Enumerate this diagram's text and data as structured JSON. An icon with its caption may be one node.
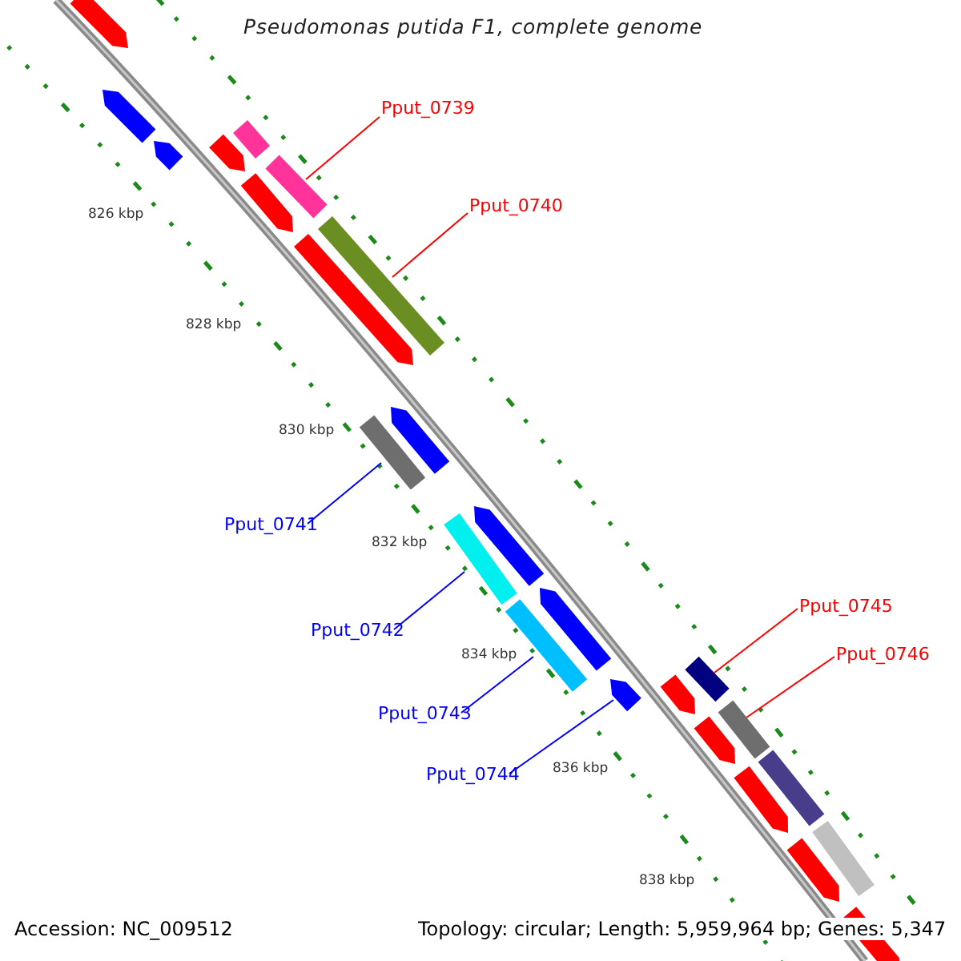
{
  "diagram": {
    "title": "Pseudomonas putida F1, complete genome",
    "nodes": [
      {
        "text": [
          "Pput_0739"
        ]
      },
      {
        "text": [
          "Pput_0740"
        ]
      },
      {
        "text": [
          "Pput_0741"
        ]
      },
      {
        "text": [
          "Pput_0742"
        ]
      },
      {
        "text": [
          "Pput_0743"
        ]
      },
      {
        "text": [
          "Pput_0744"
        ]
      },
      {
        "text": [
          "Pput_0745"
        ]
      },
      {
        "text": [
          "Pput_0746"
        ]
      },
      {
        "text": [],
        "shape": "bar"
      },
      {
        "text": [],
        "shape": "bar"
      },
      {
        "text": [],
        "shape": "bar"
      },
      {
        "text": [],
        "shape": "bar"
      },
      {
        "text": [],
        "shape": "bar"
      },
      {
        "text": [],
        "shape": "bar"
      },
      {
        "text": [],
        "shape": "bar"
      },
      {
        "text": [],
        "shape": "bar"
      },
      {
        "text": [],
        "shape": "bar"
      },
      {
        "text": [],
        "shape": "bar"
      },
      {
        "text": [],
        "shape": "bar"
      },
      {
        "text": [],
        "shape": "bar"
      },
      {
        "text": [],
        "shape": "bar"
      },
      {
        "text": [],
        "shape": "bar"
      },
      {
        "text": [],
        "shape": "bar"
      },
      {
        "text": [],
        "shape": "bar"
      },
      {
        "text": [],
        "shape": "bar"
      },
      {
        "text": [],
        "shape": "bar"
      },
      {
        "text": [],
        "shape": "bar"
      },
      {
        "text": [],
        "shape": "bar"
      },
      {
        "text": [],
        "shape": "bar"
      },
      {
        "text": [],
        "shape": "bar"
      },
      {
        "text": [],
        "shape": "bar"
      },
      {
        "text": [],
        "shape": "bar"
      },
      {
        "text": [],
        "shape": "bar"
      }
    ],
    "edges": [
      {
        "from": 0,
        "to": 13,
        "arrow": "none",
        "color": "#ff0000"
      },
      {
        "from": 1,
        "to": 15,
        "arrow": "none",
        "color": "#ff0000"
      },
      {
        "from": 2,
        "to": 18,
        "arrow": "none",
        "color": "#0000ff"
      },
      {
        "from": 3,
        "to": 20,
        "arrow": "none",
        "color": "#0000ff"
      },
      {
        "from": 4,
        "to": 22,
        "arrow": "none",
        "color": "#0000ff"
      },
      {
        "from": 5,
        "to": 24,
        "arrow": "none",
        "color": "#0000ff"
      },
      {
        "from": 6,
        "to": 23,
        "arrow": "none",
        "color": "#ff0000"
      },
      {
        "from": 7,
        "to": 26,
        "arrow": "none",
        "color": "#ff0000"
      }
    ],
    "labels": [
      "826 kbp",
      "828 kbp",
      "830 kbp",
      "832 kbp",
      "834 kbp",
      "836 kbp",
      "838 kbp",
      "Accession: NC_009512",
      "Topology: circular; Length: 5,959,964 bp; Genes: 5,347"
    ]
  }
}
